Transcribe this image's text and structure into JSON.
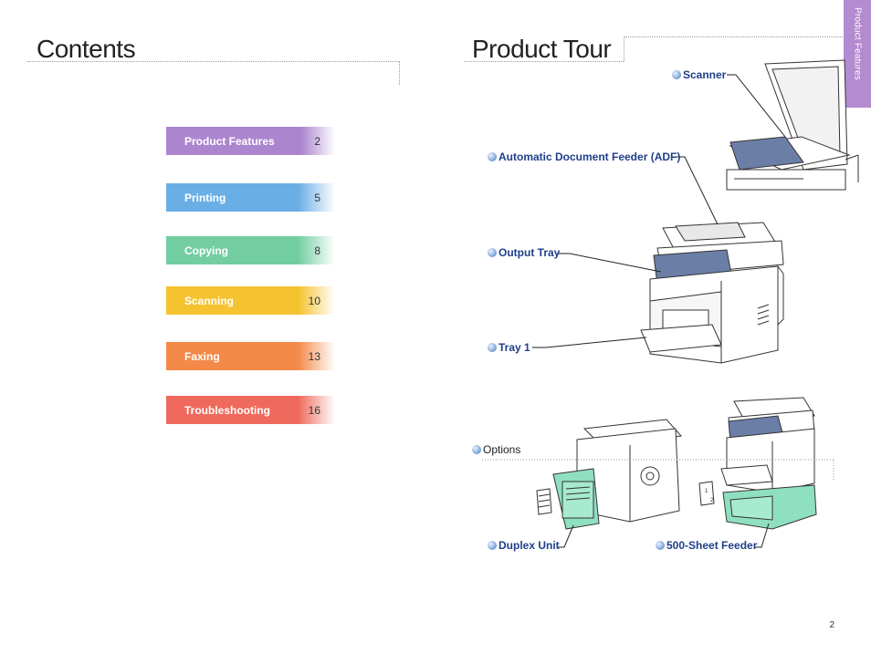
{
  "left": {
    "title": "Contents"
  },
  "right": {
    "title": "Product Tour"
  },
  "side_tab": {
    "label": "Product Features",
    "color": "#b48ad0"
  },
  "toc": [
    {
      "label": "Product Features",
      "page": "2",
      "color": "#ab86cf"
    },
    {
      "label": "Printing",
      "page": "5",
      "color": "#6aaee6"
    },
    {
      "label": "Copying",
      "page": "8",
      "color": "#72cea1"
    },
    {
      "label": "Scanning",
      "page": "10",
      "color": "#f5c230"
    },
    {
      "label": "Faxing",
      "page": "13",
      "color": "#f48a4a"
    },
    {
      "label": "Troubleshooting",
      "page": "16",
      "color": "#ef6a5c"
    }
  ],
  "callouts": {
    "scanner": "Scanner",
    "adf": "Automatic Document Feeder (ADF)",
    "output_tray": "Output Tray",
    "tray1": "Tray 1",
    "options": "Options",
    "duplex": "Duplex Unit",
    "feeder": "500-Sheet Feeder"
  },
  "page_number": "2"
}
